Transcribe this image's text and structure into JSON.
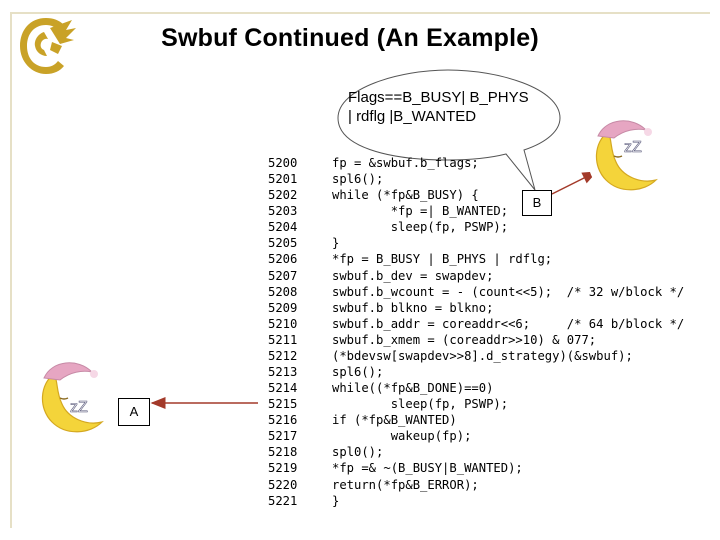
{
  "title": "Swbuf  Continued (An Example)",
  "callout": {
    "line1": "Flags==B_BUSY| B_PHYS",
    "line2": "| rdflg  |B_WANTED"
  },
  "labels": {
    "a": "A",
    "b": "B"
  },
  "sleep_icon_text": "zZ",
  "colors": {
    "logo_gold": "#c9a227",
    "moon_yellow": "#f4d43a",
    "cap_pink": "#e6a6c2",
    "arrow_red": "#a33a2a"
  },
  "code": [
    {
      "n": "5200",
      "t": "fp = &swbuf.b_flags;"
    },
    {
      "n": "5201",
      "t": "spl6();"
    },
    {
      "n": "5202",
      "t": "while (*fp&B_BUSY) {"
    },
    {
      "n": "5203",
      "t": "        *fp =| B_WANTED;"
    },
    {
      "n": "5204",
      "t": "        sleep(fp, PSWP);"
    },
    {
      "n": "5205",
      "t": "}"
    },
    {
      "n": "5206",
      "t": "*fp = B_BUSY | B_PHYS | rdflg;"
    },
    {
      "n": "5207",
      "t": "swbuf.b_dev = swapdev;"
    },
    {
      "n": "5208",
      "t": "swbuf.b_wcount = - (count<<5);  /* 32 w/block */"
    },
    {
      "n": "5209",
      "t": "swbuf.b blkno = blkno;"
    },
    {
      "n": "5210",
      "t": "swbuf.b_addr = coreaddr<<6;     /* 64 b/block */"
    },
    {
      "n": "5211",
      "t": "swbuf.b_xmem = (coreaddr>>10) & 077;"
    },
    {
      "n": "5212",
      "t": "(*bdevsw[swapdev>>8].d_strategy)(&swbuf);"
    },
    {
      "n": "5213",
      "t": "spl6();"
    },
    {
      "n": "5214",
      "t": "while((*fp&B_DONE)==0)"
    },
    {
      "n": "5215",
      "t": "        sleep(fp, PSWP);"
    },
    {
      "n": "5216",
      "t": "if (*fp&B_WANTED)"
    },
    {
      "n": "5217",
      "t": "        wakeup(fp);"
    },
    {
      "n": "5218",
      "t": "spl0();"
    },
    {
      "n": "5219",
      "t": "*fp =& ~(B_BUSY|B_WANTED);"
    },
    {
      "n": "5220",
      "t": "return(*fp&B_ERROR);"
    },
    {
      "n": "5221",
      "t": "}"
    }
  ]
}
